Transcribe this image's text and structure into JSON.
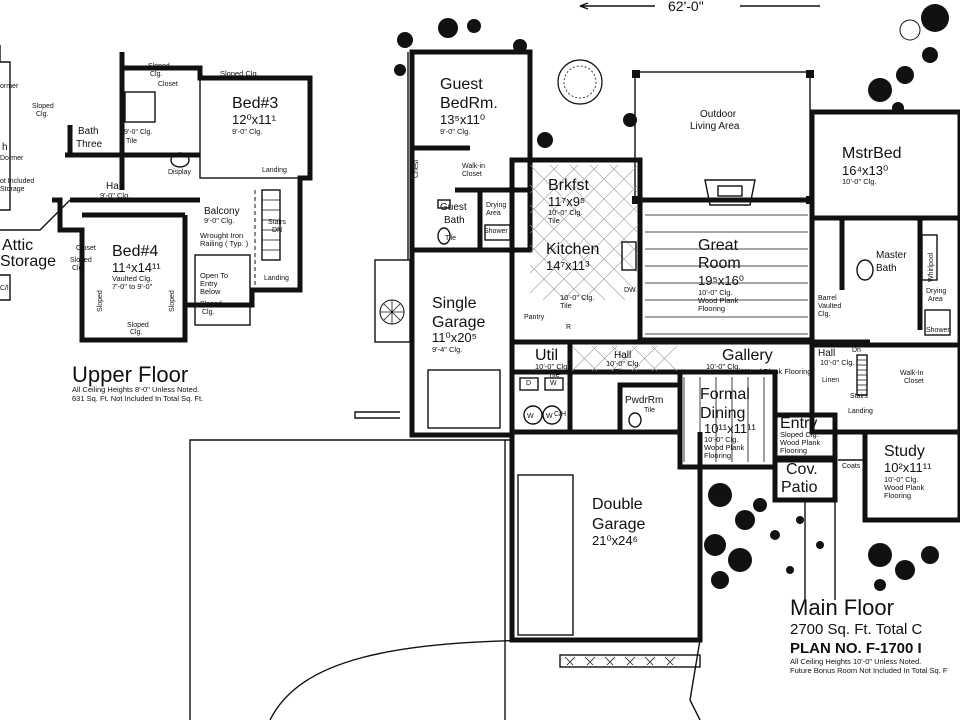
{
  "top_dimension": "62'-0\"",
  "upper_floor": {
    "title": "Upper Floor",
    "notes": [
      "All Ceiling Heights 8'-0\" Unless Noted.",
      "631 Sq. Ft. Not Included In Total Sq. Ft."
    ],
    "rooms": {
      "bed3": {
        "name": "Bed#3",
        "dim": "12⁰x11¹",
        "ceiling": "9'-0\" Clg."
      },
      "bed4": {
        "name": "Bed#4",
        "dim": "11⁴x14¹¹",
        "ceiling1": "Vaulted Clg.",
        "ceiling2": "7'-0\" to 9'-0\""
      },
      "bath_three": {
        "name1": "Bath",
        "name2": "Three",
        "ceiling": "9'-0\" Clg.",
        "floor": "Tile"
      },
      "hall": {
        "name": "Hall",
        "ceiling": "9'-0\" Clg."
      },
      "balcony": {
        "name": "Balcony",
        "ceiling": "9'-0\" Clg.",
        "rail1": "Wrought Iron",
        "rail2": "Railing ( Typ. )"
      },
      "attic": {
        "name1": "Attic",
        "name2": "Storage"
      },
      "open_entry": {
        "line1": "Open To",
        "line2": "Entry",
        "line3": "Below"
      }
    },
    "labels": {
      "sloped": "Sloped",
      "clg": "Clg.",
      "sloped_clg": "Sloped Clg.",
      "closet": "Closet",
      "display": "Display",
      "landing": "Landing",
      "stairs": "Stairs",
      "dn": "DN",
      "dormer": "Dormer",
      "not_included": "Not Included",
      "ormer": "ormer",
      "h": "h",
      "ot_included": "ot Included",
      "storage": "Storage",
      "cl": "C/l"
    }
  },
  "main_floor": {
    "title": "Main Floor",
    "sqft": "2700 Sq. Ft. Total C",
    "plan_no": "PLAN NO. F-1700 I",
    "notes": [
      "All Ceiling Heights 10'-0\" Unless Noted.",
      "Future Bonus Room Not Included In Total Sq. F"
    ],
    "rooms": {
      "guest_bed": {
        "name1": "Guest",
        "name2": "BedRm.",
        "dim": "13⁵x11⁰",
        "ceiling": "9'-0\" Clg."
      },
      "outdoor": {
        "name1": "Outdoor",
        "name2": "Living Area"
      },
      "mstr_bed": {
        "name": "MstrBed",
        "dim": "16⁴x13⁰",
        "ceiling": "10'-0\" Clg."
      },
      "brkfst": {
        "name": "Brkfst",
        "dim": "11⁷x9⁵",
        "ceiling": "10'-0\" Clg.",
        "floor": "Tile"
      },
      "kitchen": {
        "name": "Kitchen",
        "dim": "14⁷x11³",
        "ceiling": "10'-0\" Clg.",
        "floor": "Tile"
      },
      "great_room": {
        "name1": "Great",
        "name2": "Room",
        "dim": "19⁵x16⁰",
        "ceiling": "10'-0\" Clg.",
        "floor1": "Wood Plank",
        "floor2": "Flooring"
      },
      "master_bath": {
        "name1": "Master",
        "name2": "Bath",
        "whirlpool": "Whirlpool",
        "drying": "Drying",
        "area": "Area",
        "shower": "Shower"
      },
      "guest_bath": {
        "name1": "Guest",
        "name2": "Bath",
        "floor": "Tile",
        "drying": "Drying",
        "area": "Area",
        "shower": "Shower"
      },
      "single_garage": {
        "name1": "Single",
        "name2": "Garage",
        "dim": "11⁰x20⁵",
        "ceiling": "9'-4\" Clg."
      },
      "util": {
        "name": "Util",
        "ceiling": "10'-0\" Clg.",
        "floor": "Tile"
      },
      "hall": {
        "name": "Hall",
        "ceiling": "10'-0\" Clg.",
        "floor": "Tile"
      },
      "gallery": {
        "name": "Gallery",
        "ceiling": "10'-0\" Clg.",
        "floor": "Wood Plank Flooring"
      },
      "hall2": {
        "name": "Hall",
        "ceiling": "10'-0\" Clg."
      },
      "pwdr": {
        "name": "PwdrRm",
        "floor": "Tile"
      },
      "formal_dining": {
        "name1": "Formal",
        "name2": "Dining",
        "dim": "10¹¹x11¹¹",
        "ceiling": "10'-0\" Clg.",
        "floor1": "Wood Plank",
        "floor2": "Flooring"
      },
      "entry": {
        "name": "Entry",
        "ceiling1": "Sloped Clg.",
        "ceiling2": "Wood Plank",
        "floor": "Flooring"
      },
      "cov_patio": {
        "name1": "Cov.",
        "name2": "Patio"
      },
      "study": {
        "name": "Study",
        "dim": "10²x11¹¹",
        "ceiling": "10'-0\" Clg.",
        "floor1": "Wood Plank",
        "floor2": "Flooring"
      },
      "double_garage": {
        "name1": "Double",
        "name2": "Garage",
        "dim": "21⁰x24⁶"
      },
      "walkin_closet": {
        "line1": "Walk-In",
        "line2": "Closet"
      },
      "walkin_closet_guest": {
        "line1": "Walk-in",
        "line2": "Closet"
      }
    },
    "labels": {
      "chest": "Chest",
      "linen": "Linen",
      "dn": "Dn",
      "tile": "Tile",
      "pantry": "Pantry",
      "r": "R",
      "dw": "DW",
      "d": "D",
      "w": "W",
      "ch": "C/H",
      "barrel": "Barrel",
      "vaulted": "Vaulted",
      "clg": "Clg.",
      "stairs": "Stairs",
      "landing": "Landing",
      "coats": "Coats",
      "walkin": "Walk-In",
      "closet": "Closet"
    }
  }
}
